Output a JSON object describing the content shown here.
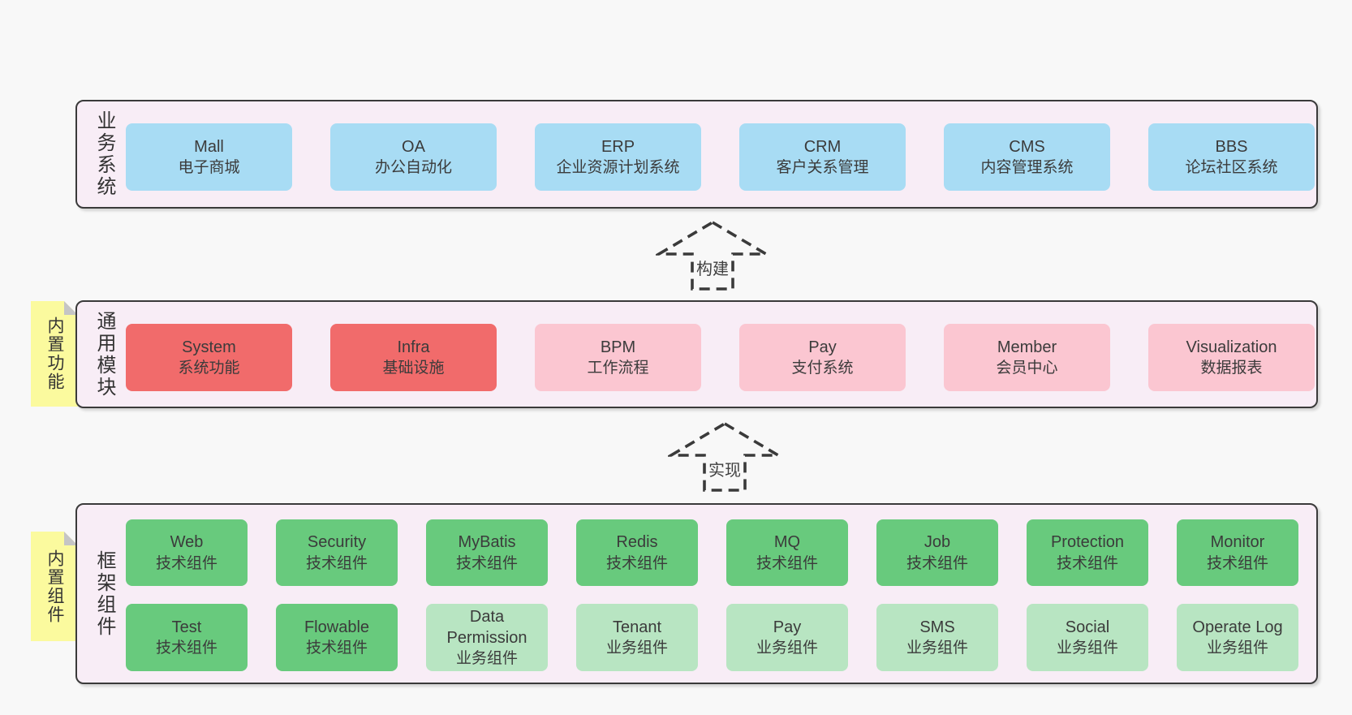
{
  "palette": {
    "page-bg": "#f8f8f8",
    "panel-bg": "#f8edf6",
    "line": "#3a3a3a",
    "text": "#3b3b3b",
    "blue": "#a8dcf4",
    "red": "#f16b6b",
    "pink": "#fbc6d1",
    "green": "#68ca7d",
    "lightgreen": "#b8e5c2",
    "sticky": "#fbfa9e",
    "fold": "#c5c5c5"
  },
  "arrows": [
    {
      "label": "构建"
    },
    {
      "label": "实现"
    }
  ],
  "layers": [
    {
      "label": "业务系统",
      "rows": [
        [
          {
            "name": "mall",
            "en": "Mall",
            "zh": "电子商城",
            "type": "blue"
          },
          {
            "name": "oa",
            "en": "OA",
            "zh": "办公自动化",
            "type": "blue"
          },
          {
            "name": "erp",
            "en": "ERP",
            "zh": "企业资源计划系统",
            "type": "blue"
          },
          {
            "name": "crm",
            "en": "CRM",
            "zh": "客户关系管理",
            "type": "blue"
          },
          {
            "name": "cms",
            "en": "CMS",
            "zh": "内容管理系统",
            "type": "blue"
          },
          {
            "name": "bbs",
            "en": "BBS",
            "zh": "论坛社区系统",
            "type": "blue"
          }
        ]
      ]
    },
    {
      "label": "通用模块",
      "sticky": "内置功能",
      "rows": [
        [
          {
            "name": "system",
            "en": "System",
            "zh": "系统功能",
            "type": "red"
          },
          {
            "name": "infra",
            "en": "Infra",
            "zh": "基础设施",
            "type": "red"
          },
          {
            "name": "bpm",
            "en": "BPM",
            "zh": "工作流程",
            "type": "pink"
          },
          {
            "name": "pay-module",
            "en": "Pay",
            "zh": "支付系统",
            "type": "pink"
          },
          {
            "name": "member",
            "en": "Member",
            "zh": "会员中心",
            "type": "pink"
          },
          {
            "name": "visualization",
            "en": "Visualization",
            "zh": "数据报表",
            "type": "pink"
          }
        ]
      ]
    },
    {
      "label": "框架组件",
      "sticky": "内置组件",
      "rows": [
        [
          {
            "name": "web",
            "en": "Web",
            "zh": "技术组件",
            "type": "green"
          },
          {
            "name": "security",
            "en": "Security",
            "zh": "技术组件",
            "type": "green"
          },
          {
            "name": "mybatis",
            "en": "MyBatis",
            "zh": "技术组件",
            "type": "green"
          },
          {
            "name": "redis",
            "en": "Redis",
            "zh": "技术组件",
            "type": "green"
          },
          {
            "name": "mq",
            "en": "MQ",
            "zh": "技术组件",
            "type": "green"
          },
          {
            "name": "job",
            "en": "Job",
            "zh": "技术组件",
            "type": "green"
          },
          {
            "name": "protection",
            "en": "Protection",
            "zh": "技术组件",
            "type": "green"
          },
          {
            "name": "monitor",
            "en": "Monitor",
            "zh": "技术组件",
            "type": "green"
          }
        ],
        [
          {
            "name": "test",
            "en": "Test",
            "zh": "技术组件",
            "type": "green"
          },
          {
            "name": "flowable",
            "en": "Flowable",
            "zh": "技术组件",
            "type": "green"
          },
          {
            "name": "data-permission",
            "en": "Data Permission",
            "zh": "业务组件",
            "type": "lightgreen"
          },
          {
            "name": "tenant",
            "en": "Tenant",
            "zh": "业务组件",
            "type": "lightgreen"
          },
          {
            "name": "pay-component",
            "en": "Pay",
            "zh": "业务组件",
            "type": "lightgreen"
          },
          {
            "name": "sms",
            "en": "SMS",
            "zh": "业务组件",
            "type": "lightgreen"
          },
          {
            "name": "social",
            "en": "Social",
            "zh": "业务组件",
            "type": "lightgreen"
          },
          {
            "name": "operate-log",
            "en": "Operate Log",
            "zh": "业务组件",
            "type": "lightgreen"
          }
        ]
      ]
    }
  ]
}
